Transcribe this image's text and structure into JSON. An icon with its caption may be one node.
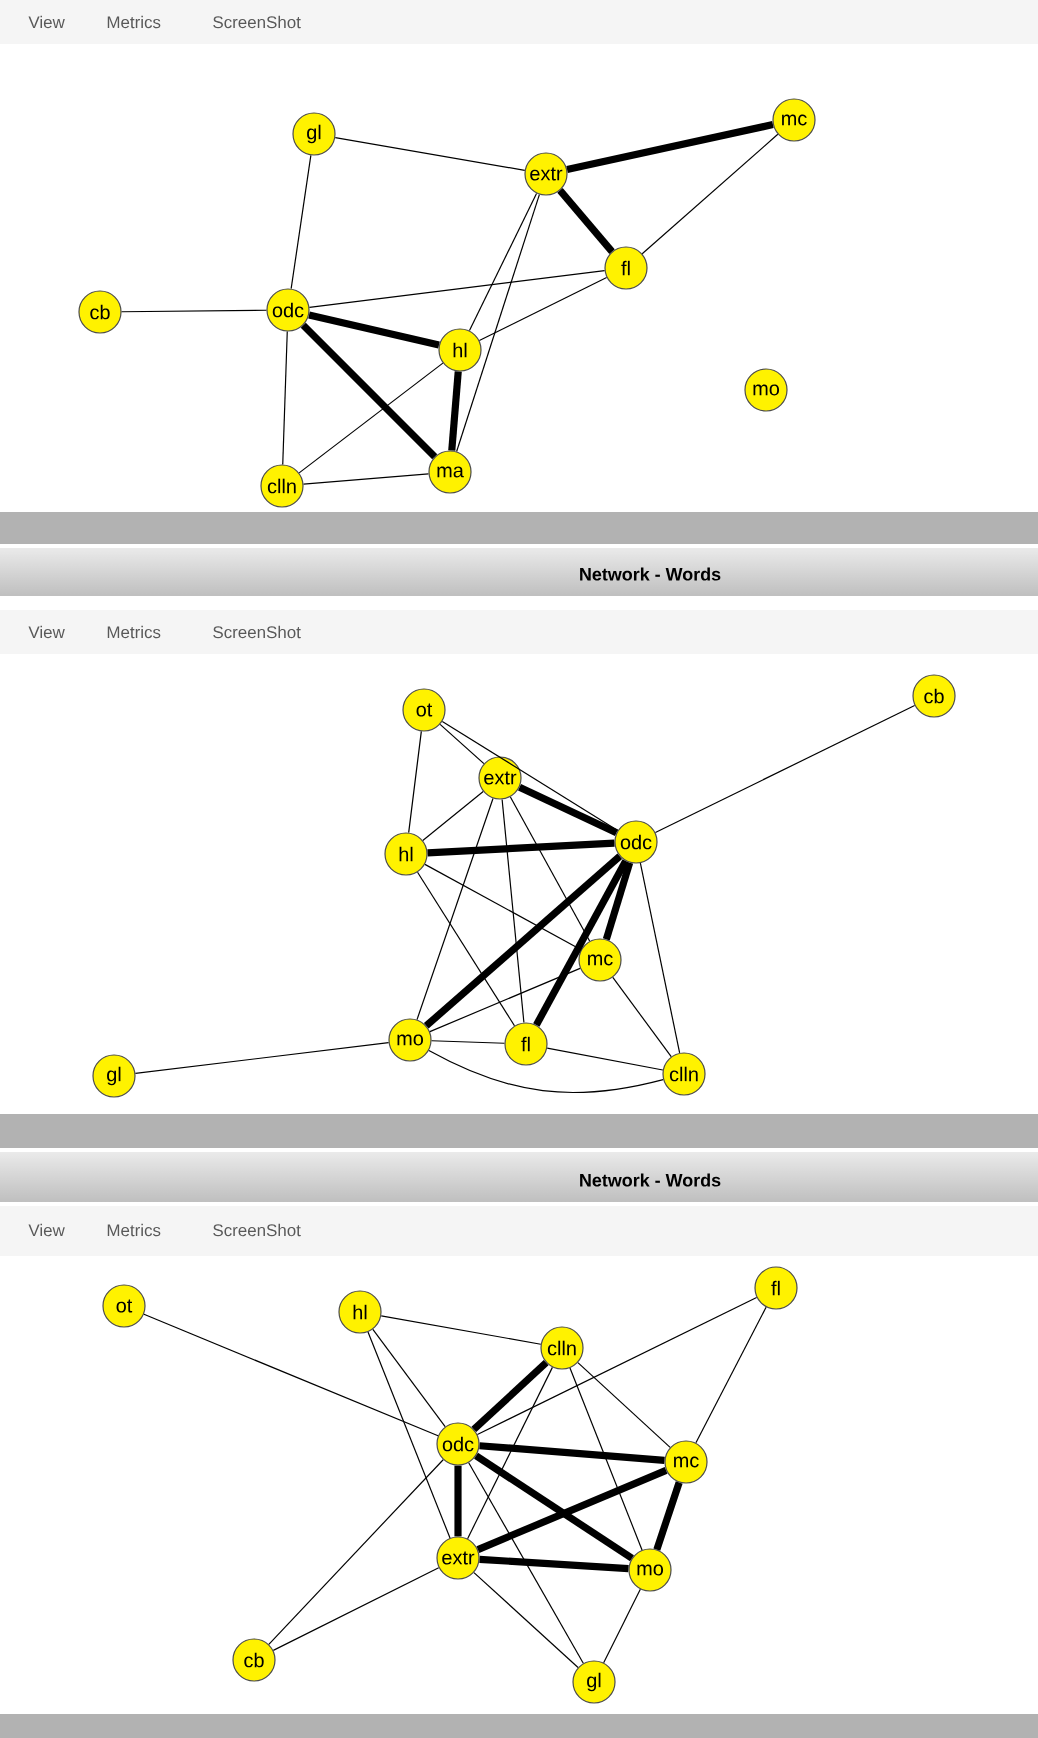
{
  "diagram": {
    "nodes": [
      {
        "text": [
          "gl"
        ]
      },
      {
        "text": [
          "mc"
        ]
      },
      {
        "text": [
          "extr"
        ]
      },
      {
        "text": [
          "fl"
        ]
      },
      {
        "text": [
          "cb"
        ]
      },
      {
        "text": [
          "odc"
        ]
      },
      {
        "text": [
          "hl"
        ]
      },
      {
        "text": [
          "mo"
        ]
      },
      {
        "text": [
          "clln"
        ]
      },
      {
        "text": [
          "ma"
        ]
      },
      {
        "text": [
          "ot"
        ]
      },
      {
        "text": [
          "cb"
        ]
      },
      {
        "text": [
          "extr"
        ]
      },
      {
        "text": [
          "hl"
        ]
      },
      {
        "text": [
          "odc"
        ]
      },
      {
        "text": [
          "mc"
        ]
      },
      {
        "text": [
          "mo"
        ]
      },
      {
        "text": [
          "fl"
        ]
      },
      {
        "text": [
          "gl"
        ]
      },
      {
        "text": [
          "clln"
        ]
      },
      {
        "text": [
          "ot"
        ]
      },
      {
        "text": [
          "hl"
        ]
      },
      {
        "text": [
          "fl"
        ]
      },
      {
        "text": [
          "clln"
        ]
      },
      {
        "text": [
          "odc"
        ]
      },
      {
        "text": [
          "mc"
        ]
      },
      {
        "text": [
          "extr"
        ]
      },
      {
        "text": [
          "mo"
        ]
      },
      {
        "text": [
          "cb"
        ]
      },
      {
        "text": [
          "gl"
        ]
      }
    ],
    "edges": [
      {
        "from": 0,
        "to": 2,
        "arrow": "none"
      },
      {
        "from": 0,
        "to": 5,
        "arrow": "none"
      },
      {
        "from": 2,
        "to": 1,
        "arrow": "none",
        "style": "thick"
      },
      {
        "from": 2,
        "to": 3,
        "arrow": "none",
        "style": "thick"
      },
      {
        "from": 1,
        "to": 3,
        "arrow": "none"
      },
      {
        "from": 4,
        "to": 5,
        "arrow": "none"
      },
      {
        "from": 5,
        "to": 3,
        "arrow": "none"
      },
      {
        "from": 5,
        "to": 6,
        "arrow": "none",
        "style": "thick"
      },
      {
        "from": 5,
        "to": 9,
        "arrow": "none",
        "style": "thick"
      },
      {
        "from": 5,
        "to": 8,
        "arrow": "none"
      },
      {
        "from": 6,
        "to": 9,
        "arrow": "none",
        "style": "thick"
      },
      {
        "from": 6,
        "to": 2,
        "arrow": "none"
      },
      {
        "from": 2,
        "to": 9,
        "arrow": "none"
      },
      {
        "from": 6,
        "to": 3,
        "arrow": "none"
      },
      {
        "from": 8,
        "to": 6,
        "arrow": "none"
      },
      {
        "from": 8,
        "to": 9,
        "arrow": "none"
      },
      {
        "from": 10,
        "to": 12,
        "arrow": "none"
      },
      {
        "from": 10,
        "to": 14,
        "arrow": "none"
      },
      {
        "from": 10,
        "to": 13,
        "arrow": "none"
      },
      {
        "from": 12,
        "to": 13,
        "arrow": "none"
      },
      {
        "from": 12,
        "to": 14,
        "arrow": "none",
        "style": "thick"
      },
      {
        "from": 13,
        "to": 14,
        "arrow": "none",
        "style": "thick"
      },
      {
        "from": 14,
        "to": 11,
        "arrow": "none"
      },
      {
        "from": 13,
        "to": 15,
        "arrow": "none"
      },
      {
        "from": 13,
        "to": 17,
        "arrow": "none"
      },
      {
        "from": 12,
        "to": 16,
        "arrow": "none"
      },
      {
        "from": 12,
        "to": 17,
        "arrow": "none"
      },
      {
        "from": 12,
        "to": 15,
        "arrow": "none"
      },
      {
        "from": 14,
        "to": 16,
        "arrow": "none",
        "style": "thick"
      },
      {
        "from": 14,
        "to": 17,
        "arrow": "none",
        "style": "thick"
      },
      {
        "from": 14,
        "to": 15,
        "arrow": "none",
        "style": "thick"
      },
      {
        "from": 14,
        "to": 19,
        "arrow": "none"
      },
      {
        "from": 15,
        "to": 19,
        "arrow": "none"
      },
      {
        "from": 15,
        "to": 16,
        "arrow": "none"
      },
      {
        "from": 16,
        "to": 17,
        "arrow": "none"
      },
      {
        "from": 16,
        "to": 19,
        "arrow": "none"
      },
      {
        "from": 17,
        "to": 19,
        "arrow": "none"
      },
      {
        "from": 18,
        "to": 16,
        "arrow": "none"
      },
      {
        "from": 20,
        "to": 24,
        "arrow": "none"
      },
      {
        "from": 21,
        "to": 23,
        "arrow": "none"
      },
      {
        "from": 21,
        "to": 24,
        "arrow": "none"
      },
      {
        "from": 21,
        "to": 26,
        "arrow": "none"
      },
      {
        "from": 22,
        "to": 24,
        "arrow": "none"
      },
      {
        "from": 22,
        "to": 25,
        "arrow": "none"
      },
      {
        "from": 23,
        "to": 24,
        "arrow": "none",
        "style": "thick"
      },
      {
        "from": 23,
        "to": 26,
        "arrow": "none"
      },
      {
        "from": 23,
        "to": 25,
        "arrow": "none"
      },
      {
        "from": 23,
        "to": 27,
        "arrow": "none"
      },
      {
        "from": 24,
        "to": 25,
        "arrow": "none",
        "style": "thick"
      },
      {
        "from": 24,
        "to": 26,
        "arrow": "none",
        "style": "thick"
      },
      {
        "from": 24,
        "to": 27,
        "arrow": "none",
        "style": "thick"
      },
      {
        "from": 24,
        "to": 28,
        "arrow": "none"
      },
      {
        "from": 24,
        "to": 29,
        "arrow": "none"
      },
      {
        "from": 26,
        "to": 25,
        "arrow": "none",
        "style": "thick"
      },
      {
        "from": 26,
        "to": 27,
        "arrow": "none",
        "style": "thick"
      },
      {
        "from": 26,
        "to": 28,
        "arrow": "none"
      },
      {
        "from": 26,
        "to": 29,
        "arrow": "none"
      },
      {
        "from": 25,
        "to": 27,
        "arrow": "none",
        "style": "thick"
      },
      {
        "from": 27,
        "to": 29,
        "arrow": "none"
      }
    ],
    "labels": [
      "View",
      "Metrics",
      "ScreenShot",
      "Network - Words",
      "View",
      "Metrics",
      "ScreenShot",
      "Network - Words",
      "View",
      "Metrics",
      "ScreenShot"
    ]
  }
}
